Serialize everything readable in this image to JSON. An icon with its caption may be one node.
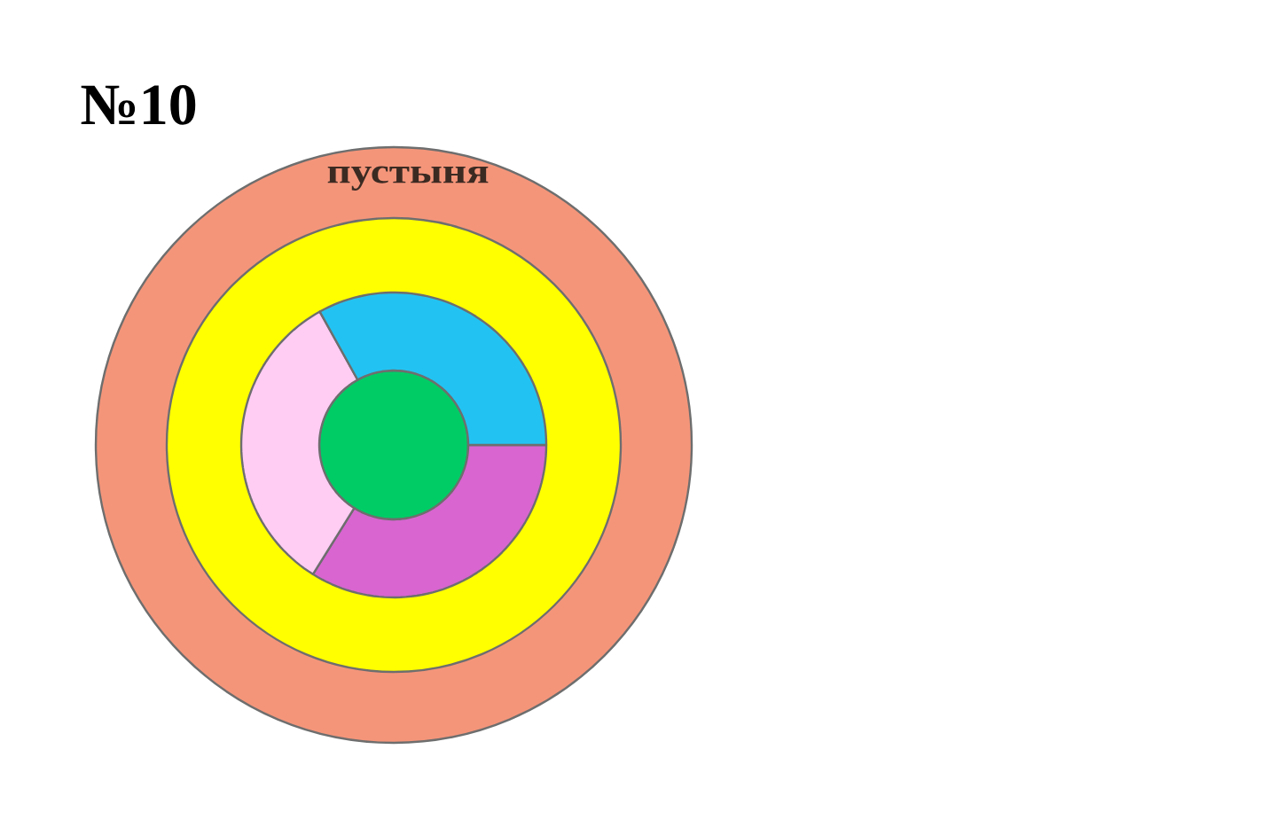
{
  "diagram": {
    "title": "№10",
    "nodes": [
      {
        "text": [
          "пустыня"
        ]
      },
      {
        "text": [],
        "shape": "ring",
        "in": 0
      },
      {
        "text": [],
        "shape": "sector",
        "in": 1
      },
      {
        "text": [],
        "shape": "sector",
        "in": 1
      },
      {
        "text": [],
        "shape": "sector",
        "in": 1
      },
      {
        "text": [],
        "shape": "circle",
        "in": 1
      }
    ]
  }
}
